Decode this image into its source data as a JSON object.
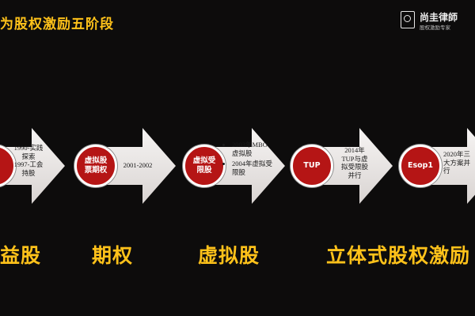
{
  "slide": {
    "title": "为股权激励五阶段",
    "logo": {
      "name": "尚圭律師",
      "subtitle": "股权激励专家"
    }
  },
  "stages": [
    {
      "circle": "",
      "lines": [
        "1990-实践",
        "探索",
        "1997-工会",
        "持股"
      ],
      "label": "益股"
    },
    {
      "circle": "虚拟股票期权",
      "lines": [
        "2001-2002"
      ],
      "label": "期权"
    },
    {
      "circle": "虚拟受限股",
      "bullets": [
        "2003年MBO虚拟股",
        "2004年虚拟受限股"
      ],
      "label": "虚拟股"
    },
    {
      "circle": "TUP",
      "lines": [
        "2014年",
        "TUP与虚",
        "拟受限股",
        "并行"
      ],
      "label": "立体式股权激励"
    },
    {
      "circle": "Esop1",
      "lines": [
        "2020年三",
        "大方案并",
        "行"
      ],
      "label": ""
    }
  ],
  "colors": {
    "background": "#0d0c0c",
    "accent_yellow": "#ffc21a",
    "circle_red": "#b51515",
    "arrow_fill": "#ebe7e6"
  }
}
